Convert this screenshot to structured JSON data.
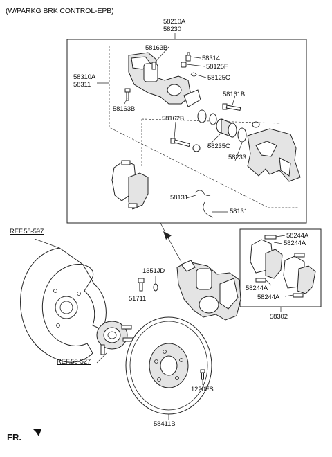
{
  "header": {
    "title": "(W/PARKG BRK CONTROL-EPB)"
  },
  "footer": {
    "direction_label": "FR."
  },
  "labels": {
    "caliper_assy_a": "58210A",
    "caliper_assy_b": "58230",
    "bolt_top": "58163B",
    "bleeder": "58314",
    "bleeder_cap": "58125F",
    "clip_c": "58125C",
    "housing_a": "58310A",
    "housing_b": "58311",
    "guide_pin": "58161B",
    "bolt_lower": "58163B",
    "guide_pin_lower": "58162B",
    "piston": "58235C",
    "carrier": "58233",
    "spring_a": "58131",
    "spring_b": "58131",
    "ref_dust_cover": "REF.58-597",
    "ref_hub": "REF.50-527",
    "bolt_1351": "1351JD",
    "bolt_51711": "51711",
    "pad_kit": "58302",
    "shim_1": "58244A",
    "shim_2": "58244A",
    "shim_3": "58244A",
    "shim_4": "58244A",
    "disc": "58411B",
    "screw": "1220FS"
  }
}
